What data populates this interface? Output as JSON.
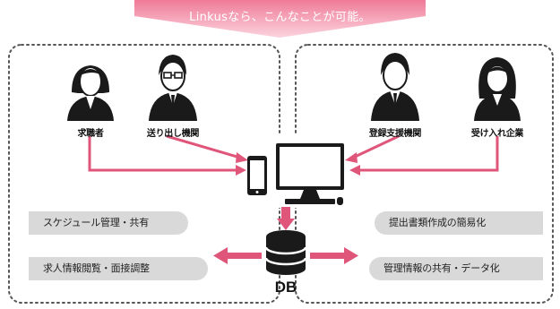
{
  "headline": "Linkusなら、こんなことが可能。",
  "actors": {
    "job_seeker": "求職者",
    "sending_org": "送り出し機関",
    "support_org": "登録支援機関",
    "host_company": "受け入れ企業"
  },
  "features": {
    "left_1": "スケジュール管理・共有",
    "left_2": "求人情報閲覧・面接調整",
    "right_1": "提出書類作成の簡易化",
    "right_2": "管理情報の共有・データ化"
  },
  "database": {
    "label": "DB"
  },
  "colors": {
    "accent": "#e0567a",
    "pill_bg": "#d9d9d9",
    "dark": "#1a1a1a",
    "dotted_border": "#555555"
  }
}
